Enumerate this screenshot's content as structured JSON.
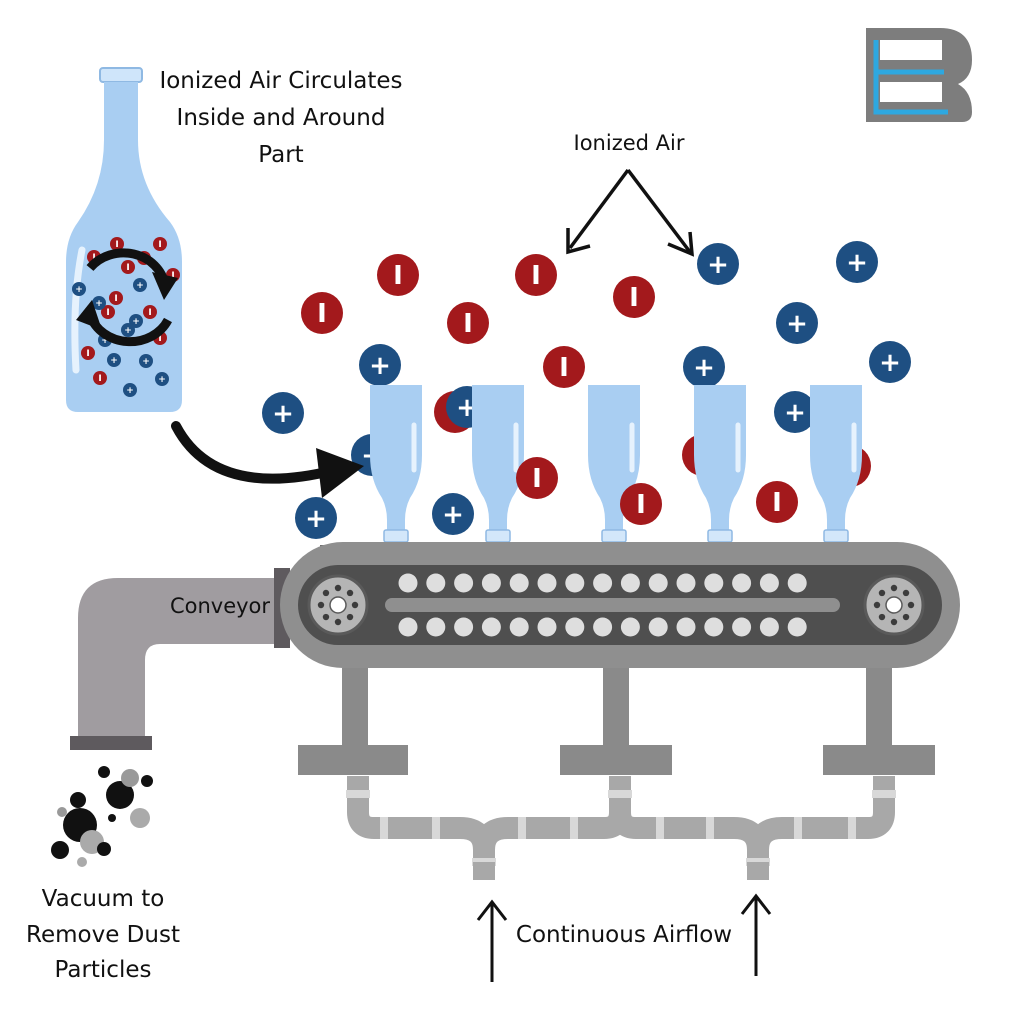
{
  "labels": {
    "bottle_caption_1": "Ionized Air Circulates",
    "bottle_caption_2": "Inside and Around",
    "bottle_caption_3": "Part",
    "ionized_air": "Ionized Air",
    "conveyor": "Conveyor",
    "vacuum_1": "Vacuum to",
    "vacuum_2": "Remove  Dust",
    "vacuum_3": "Particles",
    "airflow": "Continuous Airflow"
  },
  "ion_symbols": {
    "negative": "I",
    "positive": "+"
  },
  "colors": {
    "negative_ion": "#a3191c",
    "positive_ion": "#1e4f82",
    "bottle_fill": "#a9cef2",
    "conveyor_body": "#8f8f8f",
    "conveyor_belt": "#4f4f4f",
    "pipe": "#a8a8a8",
    "logo_gray": "#7d7d7d",
    "logo_blue": "#2ea8e0"
  },
  "logo": {
    "name": "company-logo"
  }
}
